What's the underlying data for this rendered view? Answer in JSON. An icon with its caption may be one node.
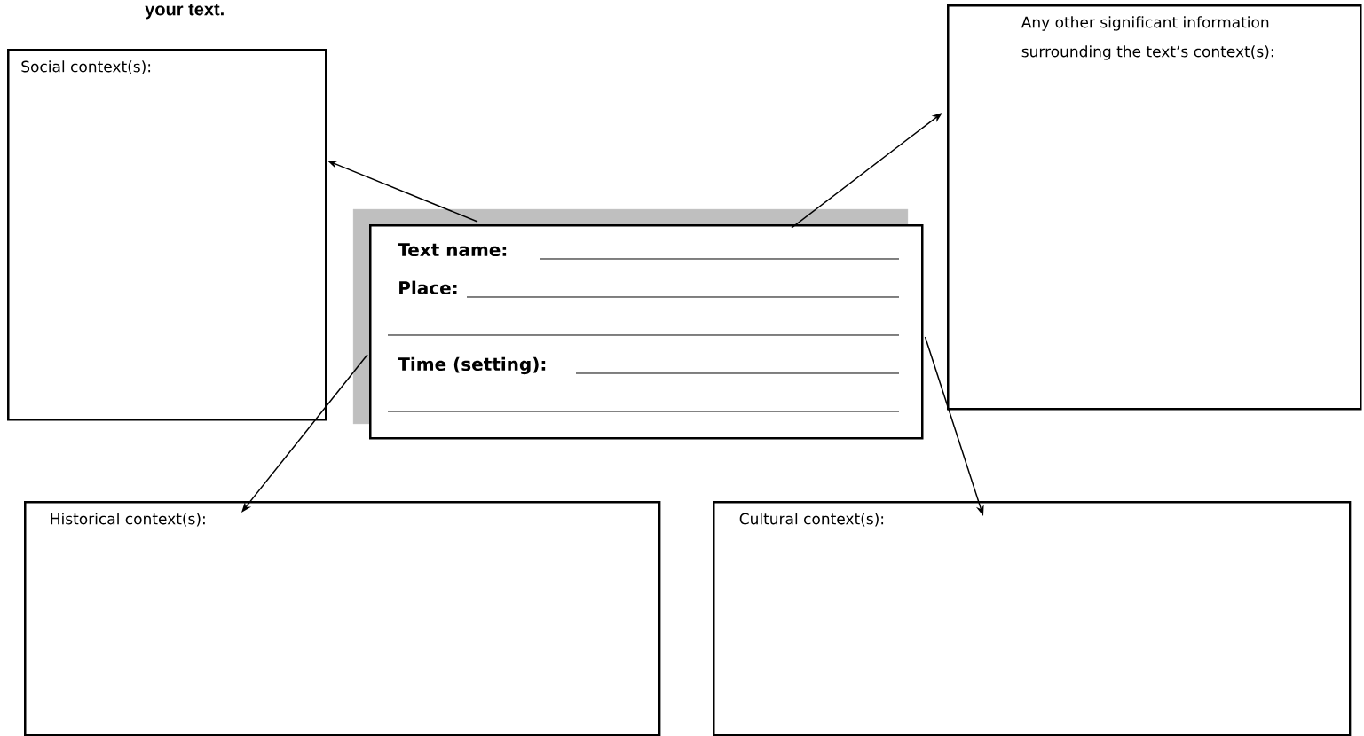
{
  "diagram": {
    "nodes": [
      {
        "text": [
          "Social context(s):"
        ]
      },
      {
        "text": [
          "Any other significant information surrounding the text’s context(s):"
        ]
      },
      {
        "text": [
          "Text name:",
          "Place:",
          "Time (setting):"
        ]
      },
      {
        "text": [
          "Historical context(s):"
        ]
      },
      {
        "text": [
          "Cultural context(s):"
        ]
      }
    ],
    "edges": [
      {
        "from": 2,
        "to": 0,
        "arrow": "to"
      },
      {
        "from": 2,
        "to": 1,
        "arrow": "to"
      },
      {
        "from": 2,
        "to": 3,
        "arrow": "to"
      },
      {
        "from": 2,
        "to": 4,
        "arrow": "to"
      }
    ],
    "labels": [
      "your text."
    ]
  }
}
